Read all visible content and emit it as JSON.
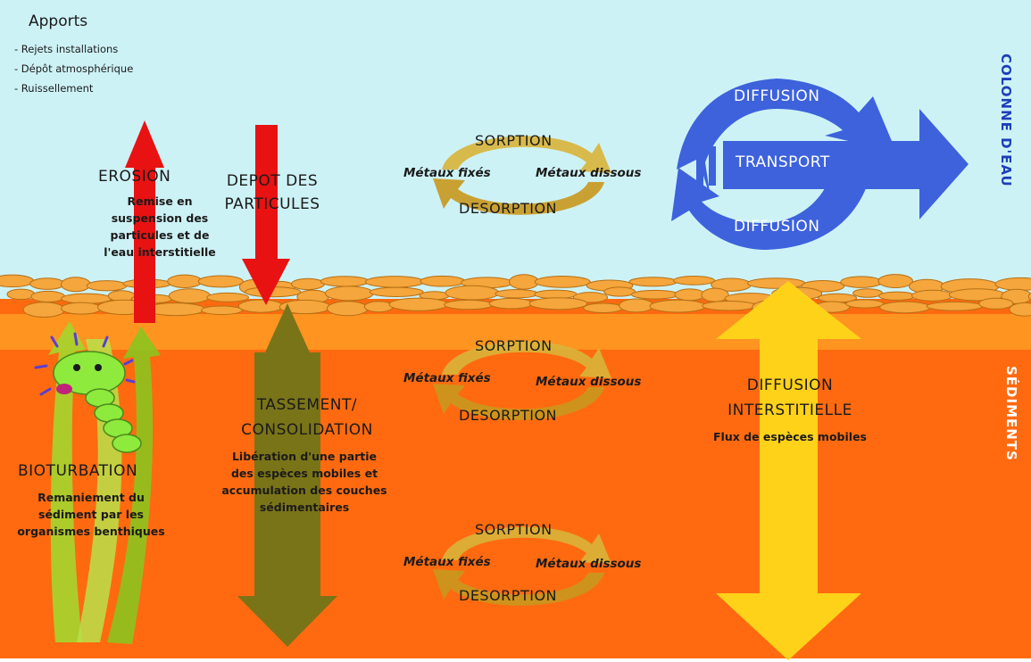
{
  "apports": {
    "title": "Apports",
    "items": [
      "- Rejets installations",
      "- Dépôt atmosphérique",
      "- Ruissellement"
    ]
  },
  "side_labels": {
    "water": "COLONNE D'EAU",
    "sediments": "SÉDIMENTS"
  },
  "erosion": {
    "title": "EROSION",
    "desc": [
      "Remise en",
      "suspension des",
      "particules et de",
      "l'eau interstitielle"
    ]
  },
  "depot": {
    "title_lines": [
      "DEPOT DES",
      "PARTICULES"
    ]
  },
  "bioturbation": {
    "title": "BIOTURBATION",
    "desc": [
      "Remaniement du",
      "sédiment par les",
      "organismes benthiques"
    ]
  },
  "tassement": {
    "title_lines": [
      "TASSEMENT/",
      "CONSOLIDATION"
    ],
    "desc": [
      "Libération d'une partie",
      "des espèces mobiles et",
      "accumulation des couches",
      "sédimentaires"
    ]
  },
  "cycles": [
    {
      "top": "SORPTION",
      "left": "Métaux fixés",
      "right": "Métaux dissous",
      "bottom": "DESORPTION"
    },
    {
      "top": "SORPTION",
      "left": "Métaux fixés",
      "right": "Métaux dissous",
      "bottom": "DESORPTION"
    },
    {
      "top": "SORPTION",
      "left": "Métaux fixés",
      "right": "Métaux dissous",
      "bottom": "DESORPTION"
    }
  ],
  "transport": {
    "diffusion_top": "DIFFUSION",
    "transport": "TRANSPORT",
    "diffusion_bottom": "DIFFUSION"
  },
  "diffusion_interstitielle": {
    "title_lines": [
      "DIFFUSION",
      "INTERSTITIELLE"
    ],
    "desc": "Flux de espèces mobiles"
  },
  "colors": {
    "water": "#cdf2f6",
    "sediment": "#ff6a10",
    "sediment_top": "#ff9420",
    "pebbles": "#f5a63c",
    "red_arrow": "#e81212",
    "olive_arrow": "#7a7418",
    "green_arrow": "#a9d12c",
    "yellow_arrow": "#ffd21a",
    "blue_arrow": "#3d62dc",
    "gold_cycle": "#d9b43a",
    "worm": "#8eea3c"
  }
}
